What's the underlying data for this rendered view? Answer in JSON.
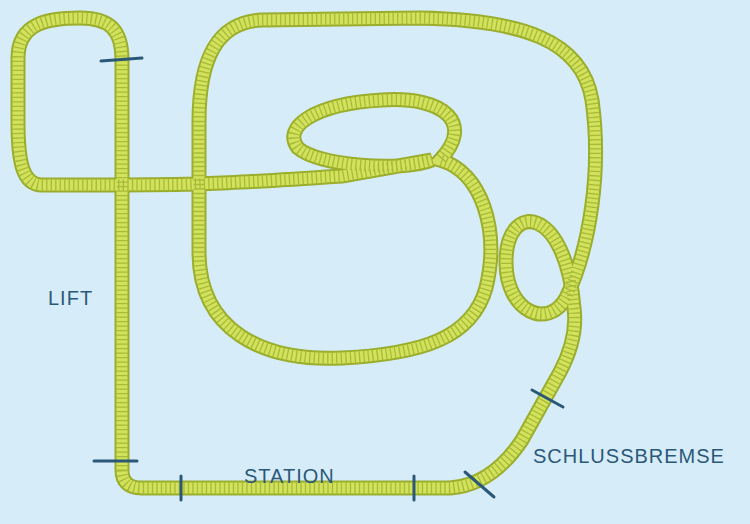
{
  "diagram": {
    "labels": [
      "LIFT",
      "STATION",
      "SCHLUSSBREMSE"
    ]
  }
}
